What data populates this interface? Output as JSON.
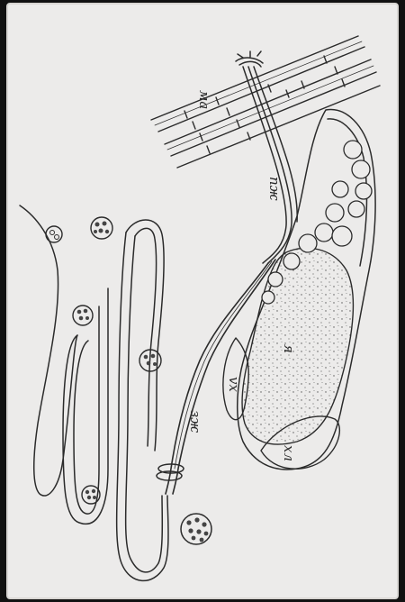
{
  "diagram": {
    "labels": {
      "ma": "ма",
      "pzh": "пж",
      "ya": "я",
      "vkh": "vх",
      "khl": "хл",
      "zzh": "зж"
    }
  }
}
